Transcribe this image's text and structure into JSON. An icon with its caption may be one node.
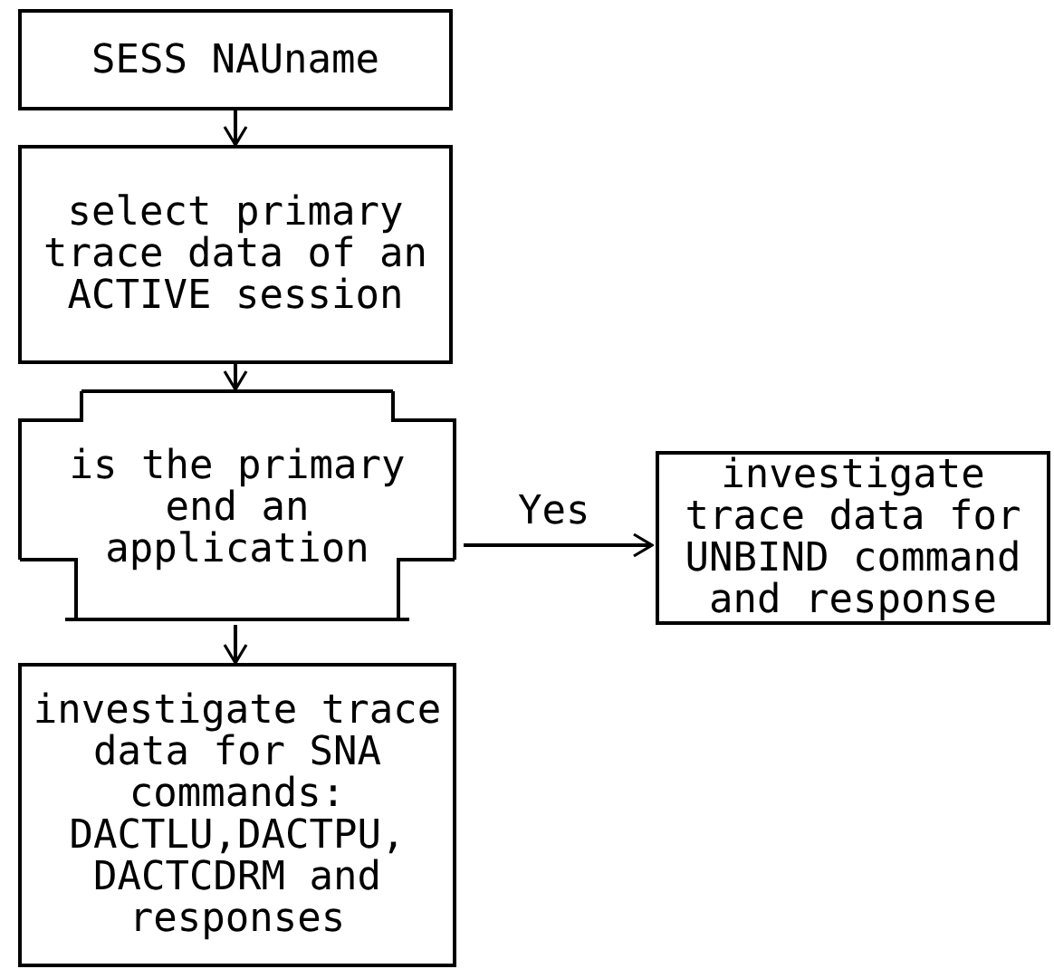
{
  "diagram": {
    "nodes": [
      {
        "text": [
          "SESS NAUname"
        ]
      },
      {
        "text": [
          "select primary trace data of an ACTIVE session"
        ]
      },
      {
        "text": [
          "is the primary end an application"
        ]
      },
      {
        "text": [
          "investigate trace data for UNBIND command and response"
        ]
      },
      {
        "text": [
          "investigate trace data for SNA commands: DACTLU,DACTPU, DACTCDRM and responses"
        ]
      }
    ],
    "edges": [
      {
        "from": 0,
        "to": 1,
        "arrow": "to"
      },
      {
        "from": 1,
        "to": 2,
        "arrow": "to"
      },
      {
        "from": 2,
        "to": 3,
        "arrow": "to",
        "label": "Yes"
      },
      {
        "from": 2,
        "to": 4,
        "arrow": "to"
      }
    ]
  }
}
